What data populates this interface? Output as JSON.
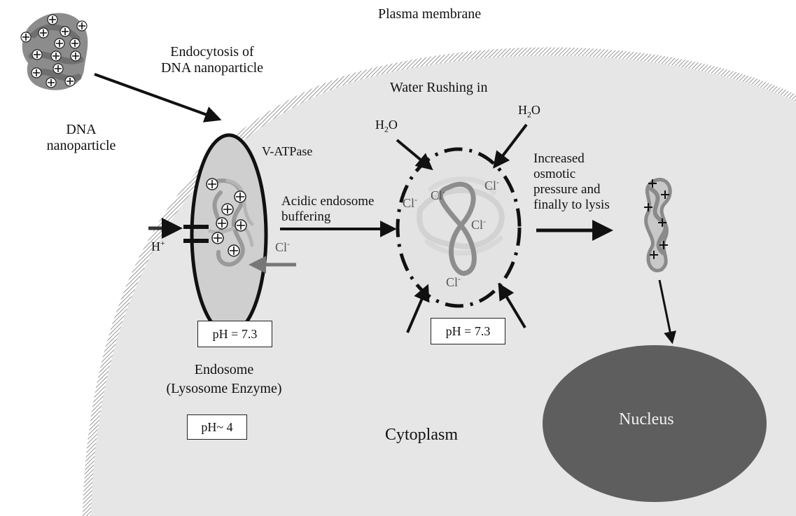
{
  "labels": {
    "plasma_membrane": "Plasma membrane",
    "endocytosis_line1": "Endocytosis of",
    "endocytosis_line2": "DNA nanoparticle",
    "dna_np_line1": "DNA",
    "dna_np_line2": "nanoparticle",
    "water_rushing": "Water Rushing in",
    "h2o_left": "H",
    "h2o_right": "H",
    "h2o_sub": "2",
    "h2o_o": "O",
    "v_atpase": "V-ATPase",
    "acidic_line1": "Acidic endosome",
    "acidic_line2": "buffering",
    "increased_line1": "Increased",
    "increased_line2": "osmotic",
    "increased_line3": "pressure and",
    "increased_line4": "finally to lysis",
    "h_plus": "H",
    "plus_sup": "+",
    "cl_endosome": "Cl",
    "cl_a": "Cl",
    "cl_b": "Cl",
    "cl_c": "Cl",
    "cl_d": "Cl",
    "cl_e": "Cl",
    "cl_sup": "-",
    "ph_box_1": "pH = 7.3",
    "ph_box_2": "pH = 7.3",
    "ph_box_3": "pH~ 4",
    "endosome_line1": "Endosome",
    "endosome_line2": "(Lysosome Enzyme)",
    "cytoplasm": "Cytoplasm",
    "nucleus": "Nucleus"
  },
  "colors": {
    "cytoplasm_fill": "#e6e6e6",
    "membrane_hatch": "#9a9a9a",
    "endosome_fill": "#cfcfcf",
    "nucleus_fill": "#5e5e5e",
    "dna_dark": "#8a8a8a",
    "dna_light": "#c8c8c8"
  }
}
